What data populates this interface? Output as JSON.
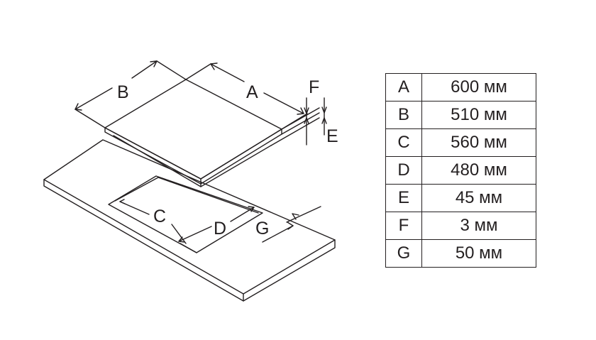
{
  "diagram": {
    "labels": {
      "A": "A",
      "B": "B",
      "C": "C",
      "D": "D",
      "E": "E",
      "F": "F",
      "G": "G"
    }
  },
  "dimensions_table": {
    "rows": [
      {
        "key": "A",
        "value": "600 мм"
      },
      {
        "key": "B",
        "value": "510 мм"
      },
      {
        "key": "C",
        "value": "560 мм"
      },
      {
        "key": "D",
        "value": "480 мм"
      },
      {
        "key": "E",
        "value": "45 мм"
      },
      {
        "key": "F",
        "value": "3 мм"
      },
      {
        "key": "G",
        "value": "50 мм"
      }
    ]
  }
}
